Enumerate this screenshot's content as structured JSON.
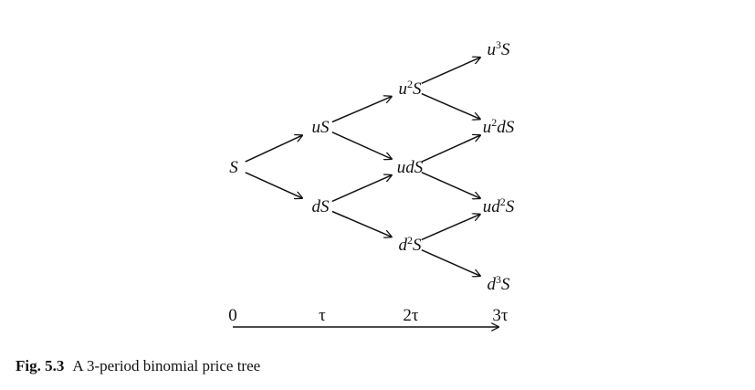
{
  "nodes": [
    {
      "id": "S",
      "parts": [
        {
          "t": "S"
        }
      ]
    },
    {
      "id": "uS",
      "parts": [
        {
          "t": "uS"
        }
      ]
    },
    {
      "id": "dS",
      "parts": [
        {
          "t": "dS"
        }
      ]
    },
    {
      "id": "u2S",
      "parts": [
        {
          "t": "u"
        },
        {
          "t": "2",
          "sup": true
        },
        {
          "t": "S"
        }
      ]
    },
    {
      "id": "udS",
      "parts": [
        {
          "t": "udS"
        }
      ]
    },
    {
      "id": "d2S",
      "parts": [
        {
          "t": "d"
        },
        {
          "t": "2",
          "sup": true
        },
        {
          "t": "S"
        }
      ]
    },
    {
      "id": "u3S",
      "parts": [
        {
          "t": "u"
        },
        {
          "t": "3",
          "sup": true
        },
        {
          "t": "S"
        }
      ]
    },
    {
      "id": "u2dS",
      "parts": [
        {
          "t": "u"
        },
        {
          "t": "2",
          "sup": true
        },
        {
          "t": "dS"
        }
      ]
    },
    {
      "id": "ud2S",
      "parts": [
        {
          "t": "ud"
        },
        {
          "t": "2",
          "sup": true
        },
        {
          "t": "S"
        }
      ]
    },
    {
      "id": "d3S",
      "parts": [
        {
          "t": "d"
        },
        {
          "t": "3",
          "sup": true
        },
        {
          "t": "S"
        }
      ]
    }
  ],
  "edges": [
    [
      "S",
      "uS"
    ],
    [
      "S",
      "dS"
    ],
    [
      "uS",
      "u2S"
    ],
    [
      "uS",
      "udS"
    ],
    [
      "dS",
      "udS"
    ],
    [
      "dS",
      "d2S"
    ],
    [
      "u2S",
      "u3S"
    ],
    [
      "u2S",
      "u2dS"
    ],
    [
      "udS",
      "u2dS"
    ],
    [
      "udS",
      "ud2S"
    ],
    [
      "d2S",
      "ud2S"
    ],
    [
      "d2S",
      "d3S"
    ]
  ],
  "time_axis": {
    "labels": [
      "0",
      "τ",
      "2τ",
      "3τ"
    ]
  },
  "caption": {
    "label": "Fig. 5.3",
    "text": "A 3-period binomial price tree"
  }
}
